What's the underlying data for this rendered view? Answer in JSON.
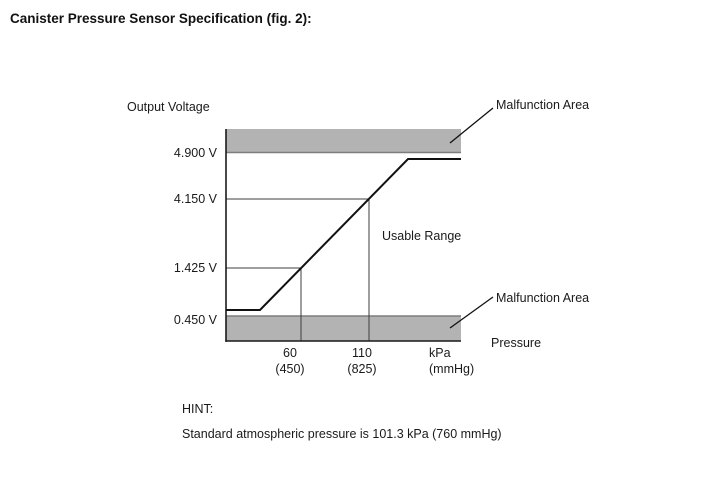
{
  "title": "Canister Pressure Sensor Specification (fig. 2):",
  "chart_data": {
    "type": "line",
    "title": "Canister Pressure Sensor Specification (fig. 2)",
    "ylabel": "Output Voltage",
    "xlabel": "Pressure",
    "x_unit_primary": "kPa",
    "x_unit_secondary": "(mmHg)",
    "y_tick_labels": [
      "4.900 V",
      "4.150 V",
      "1.425 V",
      "0.450 V"
    ],
    "x_tick_labels_kpa": [
      "60",
      "110"
    ],
    "x_tick_labels_mmhg": [
      "(450)",
      "(825)"
    ],
    "key_points": [
      {
        "pressure_kpa": 60,
        "pressure_mmhg": 450,
        "voltage_v": 1.425
      },
      {
        "pressure_kpa": 110,
        "pressure_mmhg": 825,
        "voltage_v": 4.15
      }
    ],
    "malfunction_low_threshold_v": 0.45,
    "malfunction_high_threshold_v": 4.9,
    "series": [
      {
        "name": "sensor output voltage vs pressure",
        "shape": "flat just above 0.450 V at low pressure, rises linearly through (60 kPa, 1.425 V) and (110 kPa, 4.150 V), flat just below 4.900 V at high pressure"
      }
    ],
    "regions": [
      "Malfunction Area (above 4.900 V)",
      "Usable Range",
      "Malfunction Area (below 0.450 V)"
    ],
    "grid": false,
    "legend": false
  },
  "labels": {
    "y_axis_title": "Output Voltage",
    "y_ticks": [
      "4.900 V",
      "4.150 V",
      "1.425 V",
      "0.450 V"
    ],
    "x_tick_groups": [
      {
        "line1": "60",
        "line2": "(450)"
      },
      {
        "line1": "110",
        "line2": "(825)"
      },
      {
        "line1": "kPa",
        "line2": "(mmHg)"
      }
    ],
    "malfunction_top": "Malfunction Area",
    "malfunction_bottom": "Malfunction Area",
    "usable_range": "Usable Range",
    "x_axis_title": "Pressure"
  },
  "hint": {
    "label": "HINT:",
    "text": "Standard atmospheric pressure is 101.3 kPa (760 mmHg)"
  },
  "colors": {
    "malfunction_band_fill": "#b3b3b3",
    "band_edge": "#7d7d7d",
    "line": "#1a1a1a",
    "background": "#ffffff"
  }
}
